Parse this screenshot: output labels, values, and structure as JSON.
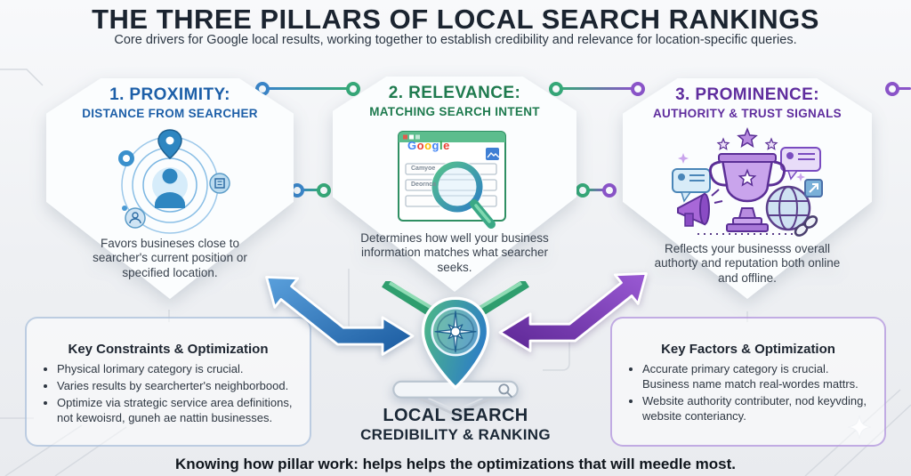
{
  "header": {
    "title": "THE THREE PILLARS OF LOCAL SEARCH RANKINGS",
    "subtitle": "Core drivers for Google local results, working together to establish credibility and relevance for location-specific queries."
  },
  "pillars": [
    {
      "number_title": "1. PROXIMITY:",
      "subtitle": "DISTANCE FROM SEARCHER",
      "description": "Favors busineses close to searcher's current position or specified location.",
      "accent": "#1d5fa8"
    },
    {
      "number_title": "2. RELEVANCE:",
      "subtitle": "MATCHING SEARCH INTENT",
      "description": "Determines how well your business information matches what searcher seeks.",
      "accent": "#1e7a4e",
      "window": {
        "brand": "Google",
        "fields": [
          "Camyoe",
          "Deornca"
        ]
      }
    },
    {
      "number_title": "3. PROMINENCE:",
      "subtitle": "AUTHORITY & TRUST SIGNALS",
      "description": "Reflects your businesss overall authorty and reputation both online and offline.",
      "accent": "#5f2d9e"
    }
  ],
  "key_sections": [
    {
      "title": "Key Constraints & Optimization",
      "bullets": [
        "Physical lorimary category is crucial.",
        "Varies results by searcherter's neighborbood.",
        "Optimize via strategic service area definitions, not kewoisrd, guneh ae nattin businesses."
      ]
    },
    {
      "title": "Key Factors & Optimization",
      "bullets": [
        "Accurate primary category is crucial. Business name match real-wordes mattrs.",
        "Website authority contributer, nod keyvding, website conteriancy."
      ]
    }
  ],
  "center": {
    "label_line1": "LOCAL SEARCH",
    "label_line2": "CREDIBILITY & RANKING"
  },
  "footer": {
    "caption": "Knowing how pillar work: helps helps the optimizations that will meedle most."
  },
  "google_colors": [
    "#4285F4",
    "#EA4335",
    "#FBBC05",
    "#4285F4",
    "#34A853",
    "#EA4335"
  ],
  "colors": {
    "blue": "#1d5fa8",
    "green": "#1e7a4e",
    "purple": "#5f2d9e",
    "title": "#1b2430",
    "body_text": "#39424e"
  }
}
